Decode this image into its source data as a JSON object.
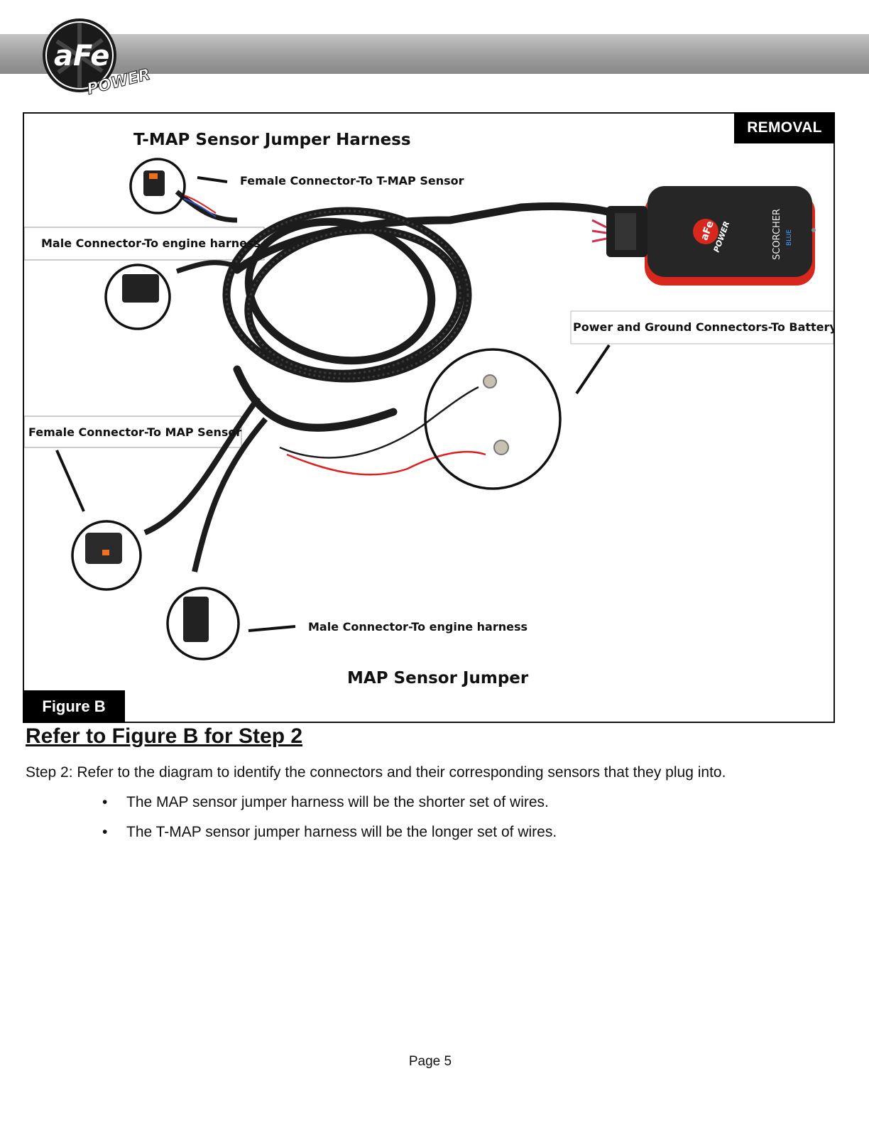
{
  "header": {
    "brand": {
      "logo_text": "aFe",
      "logo_subtext": "POWER"
    }
  },
  "figure": {
    "tab_removal": "REMOVAL",
    "tab_figure": "Figure B",
    "title_tmap": "T-MAP Sensor Jumper Harness",
    "title_map": "MAP Sensor Jumper",
    "labels": {
      "female_tmap": "Female Connector-To T-MAP Sensor",
      "male_engine_top": "Male Connector-To engine harness",
      "power_ground": "Power and Ground Connectors-To Battery",
      "female_map": "Female Connector-To MAP Sensor",
      "male_engine_bottom": "Male Connector-To engine harness"
    },
    "module": {
      "brand": "aFe",
      "brand_sub": "POWER",
      "product": "SCORCHER",
      "product_sub": "BLUE"
    }
  },
  "content": {
    "heading": "Refer to Figure B for Step 2",
    "step": "Step 2: Refer to the diagram to identify the connectors and their corresponding sensors that they plug into.",
    "bullets": [
      "The MAP sensor jumper harness will be the shorter set of wires.",
      "The T-MAP sensor jumper harness will be the longer set of wires."
    ]
  },
  "footer": {
    "page": "Page 5"
  },
  "colors": {
    "header_bar": "#9a9a9a",
    "wire_red": "#e02020",
    "module_red": "#d8281e",
    "tab_bg": "#000000"
  },
  "icons": {
    "logo": "afe-power-logo",
    "bullet": "bullet-dot"
  }
}
